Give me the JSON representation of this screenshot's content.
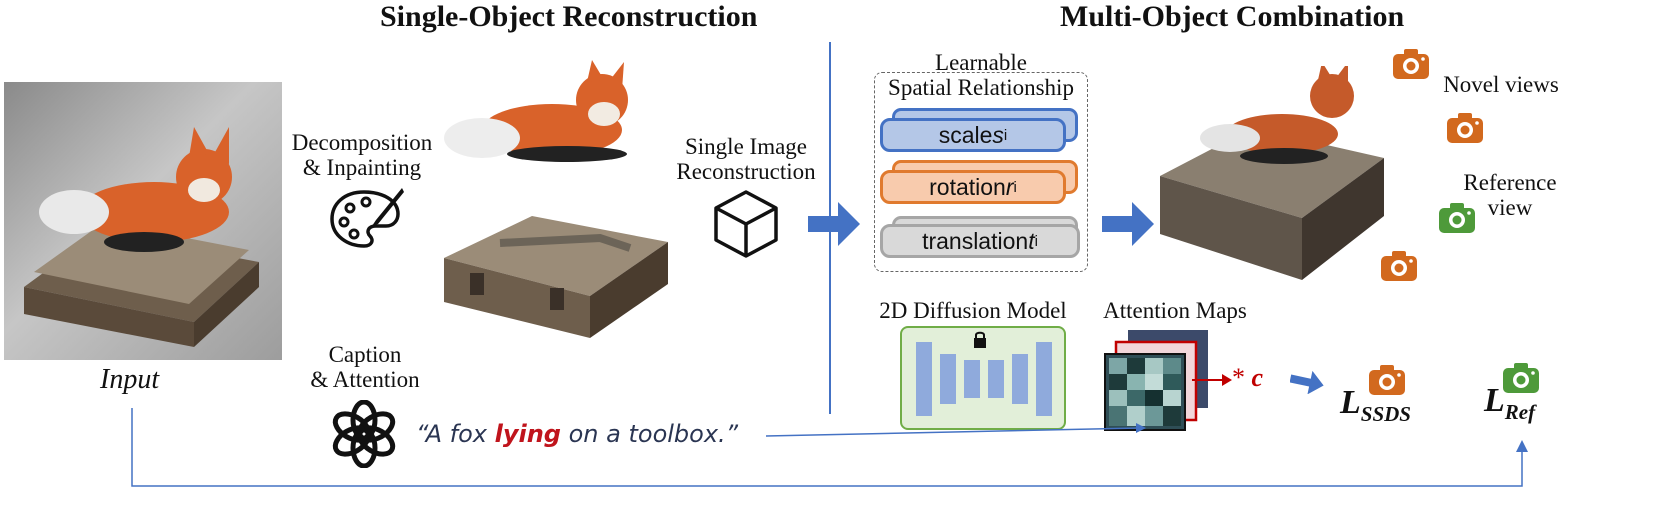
{
  "titles": {
    "left": "Single-Object Reconstruction",
    "right": "Multi-Object Combination"
  },
  "input": {
    "label": "Input"
  },
  "decomposition": {
    "line1": "Decomposition",
    "line2": "& Inpainting"
  },
  "caption_attention": {
    "line1": "Caption",
    "line2": "& Attention"
  },
  "caption": {
    "open": "“A fox ",
    "highlight": "lying",
    "close": " on a toolbox.”"
  },
  "single_image": {
    "line1": "Single Image",
    "line2": "Reconstruction"
  },
  "learnable": {
    "line1": "Learnable",
    "line2": "Spatial Relationship",
    "scale": "scale ",
    "scale_var": "s",
    "scale_sub": "i",
    "rotation": "rotation ",
    "rotation_var": "r",
    "rotation_sub": "i",
    "translation": "translation ",
    "translation_var": "t",
    "translation_sub": "i"
  },
  "diffusion": {
    "label": "2D Diffusion Model"
  },
  "attention": {
    "label": "Attention Maps",
    "op": "* ",
    "var": "c"
  },
  "cameras": {
    "novel": "Novel views",
    "reference_line1": "Reference",
    "reference_line2": "view"
  },
  "losses": {
    "ssds_main": "L",
    "ssds_sub": "SSDS",
    "ref_main": "L",
    "ref_sub": "Ref"
  },
  "colors": {
    "blue": "#4472c4",
    "orange": "#e07a2e",
    "green": "#4e9a3a",
    "scale_fill": "#b4c7e7",
    "rotation_fill": "#f8cbad",
    "translation_fill": "#d9d9d9",
    "highlight": "#c0141c"
  }
}
